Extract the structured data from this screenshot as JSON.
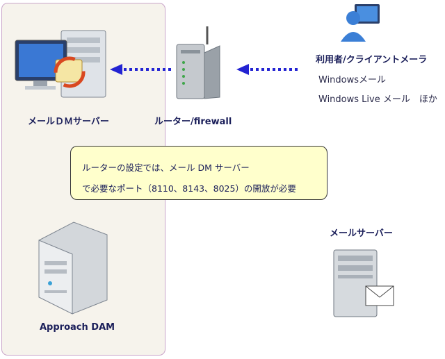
{
  "nodes": {
    "dm_server": {
      "label": "メールＤＭサーバー"
    },
    "router": {
      "label": "ルーター/firewall"
    },
    "client": {
      "label": "利用者/クライアントメーラ",
      "lines": [
        "Windowsメール",
        "Windows Live メール　ほか"
      ]
    },
    "mail_server": {
      "label": "メールサーバー"
    },
    "approach": {
      "label": "Approach DAM"
    }
  },
  "note": {
    "lines": [
      "ルーターの設定では、メール DM サーバー",
      "で必要なポート（8110、8143、8025）の開放が必要"
    ]
  },
  "colors": {
    "arrow": "#2323d2",
    "panel_bg": "#f6f3ec",
    "panel_border": "#c9a5c9",
    "note_bg": "#ffffcc"
  }
}
